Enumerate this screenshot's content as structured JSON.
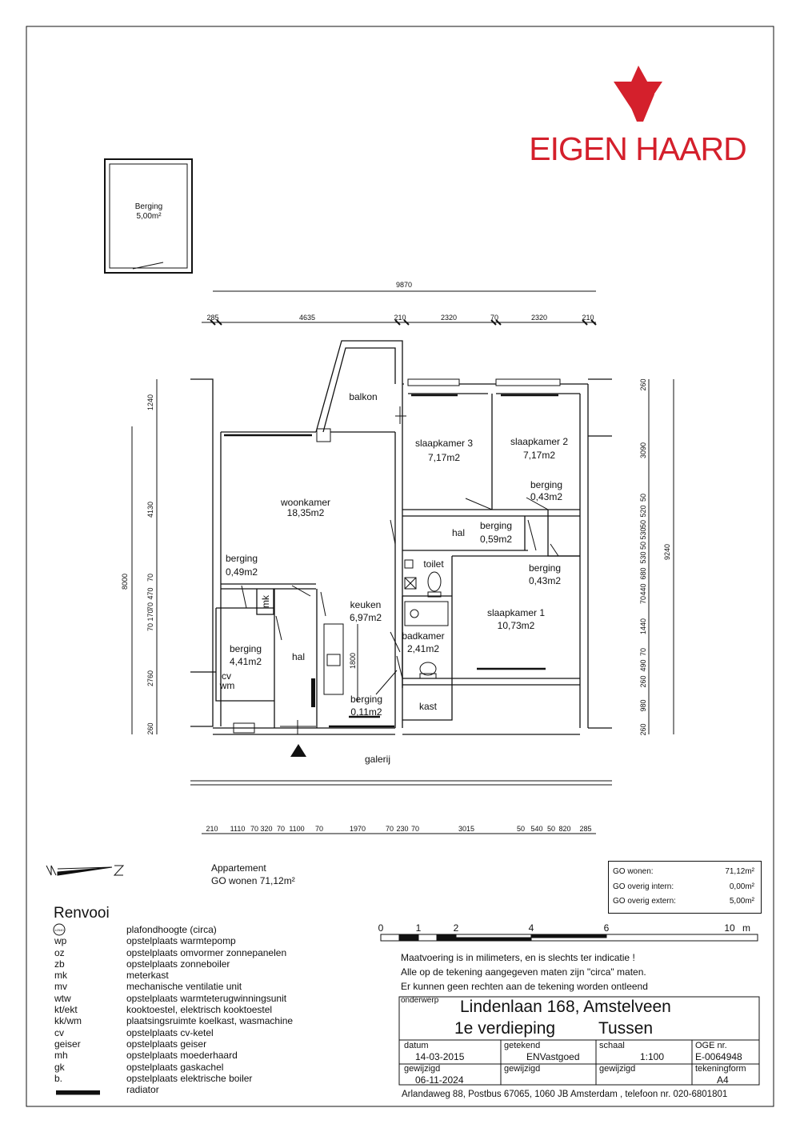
{
  "logo": {
    "text": "EIGEN HAARD",
    "color": "#d4202c"
  },
  "storage_label": {
    "name": "Berging",
    "area": "5,00m²"
  },
  "dimensions": {
    "top_total": "9870",
    "top": [
      "285",
      "4635",
      "210",
      "2320",
      "70",
      "2320",
      "210"
    ],
    "left_total": "8000",
    "left": [
      "1240",
      "4130",
      "70",
      "470",
      "70",
      "170",
      "70",
      "2760",
      "260"
    ],
    "right_total": "9240",
    "right": [
      "260",
      "3090",
      "50",
      "520",
      "50",
      "530",
      "50",
      "530",
      "680",
      "440",
      "70",
      "1440",
      "70",
      "490",
      "260",
      "980",
      "260"
    ],
    "bottom": [
      "210",
      "1110",
      "70",
      "320",
      "70",
      "1100",
      "70",
      "1970",
      "70",
      "230",
      "70",
      "3015",
      "50",
      "540",
      "50",
      "820",
      "285"
    ],
    "kitchen_depth": "1800"
  },
  "rooms": {
    "balkon": "balkon",
    "slaapkamer3": [
      "slaapkamer 3",
      "7,17m2"
    ],
    "slaapkamer2": [
      "slaapkamer 2",
      "7,17m2"
    ],
    "woonkamer": [
      "woonkamer",
      "18,35m2"
    ],
    "berging_a": [
      "berging",
      "0,43m2"
    ],
    "hal_top": "hal",
    "berging_b": [
      "berging",
      "0,59m2"
    ],
    "berging_c": [
      "berging",
      "0,43m2"
    ],
    "berging_d": [
      "berging",
      "0,49m2"
    ],
    "toilet": "toilet",
    "mk": "mk",
    "keuken": [
      "keuken",
      "6,97m2"
    ],
    "slaapkamer1": [
      "slaapkamer 1",
      "10,73m2"
    ],
    "berging_e": [
      "berging",
      "4,41m2"
    ],
    "cv": "cv",
    "wm": "wm",
    "hal_bottom": "hal",
    "badkamer": [
      "badkamer",
      "2,41m2"
    ],
    "berging_f": [
      "berging",
      "0,11m2"
    ],
    "kast": "kast",
    "galerij": "galerij"
  },
  "info": {
    "line1": "Appartement",
    "line2": "GO wonen 71,12m²"
  },
  "legend": [
    {
      "label": "GO wonen:",
      "value": "71,12m²"
    },
    {
      "label": "GO overig intern:",
      "value": "0,00m²"
    },
    {
      "label": "GO overig extern:",
      "value": "5,00m²"
    }
  ],
  "renvooi": {
    "title": "Renvooi",
    "ceiling_badge": "±2540",
    "items": [
      {
        "code": "",
        "desc": "plafondhoogte (circa)"
      },
      {
        "code": "wp",
        "desc": "opstelplaats warmtepomp"
      },
      {
        "code": "oz",
        "desc": "opstelplaats omvormer zonnepanelen"
      },
      {
        "code": "zb",
        "desc": "opstelplaats zonneboiler"
      },
      {
        "code": "mk",
        "desc": "meterkast"
      },
      {
        "code": "mv",
        "desc": "mechanische ventilatie unit"
      },
      {
        "code": "wtw",
        "desc": "opstelplaats warmteterugwinningsunit"
      },
      {
        "code": "kt/ekt",
        "desc": "kooktoestel, elektrisch kooktoestel"
      },
      {
        "code": "kk/wm",
        "desc": "plaatsingsruimte koelkast, wasmachine"
      },
      {
        "code": "cv",
        "desc": "opstelplaats cv-ketel"
      },
      {
        "code": "geiser",
        "desc": "opstelplaats geiser"
      },
      {
        "code": "mh",
        "desc": "opstelplaats moederhaard"
      },
      {
        "code": "gk",
        "desc": "opstelplaats gaskachel"
      },
      {
        "code": "b.",
        "desc": "opstelplaats elektrische boiler"
      },
      {
        "code": "",
        "desc": "radiator"
      }
    ]
  },
  "scale_bar": {
    "labels": [
      "0",
      "1",
      "2",
      "4",
      "6",
      "10"
    ],
    "unit": "m"
  },
  "notes": [
    "Maatvoering is in milimeters, en is slechts ter indicatie !",
    "Alle op de tekening aangegeven maten zijn \"circa\" maten.",
    "Er kunnen geen rechten aan de tekening worden ontleend"
  ],
  "title_block": {
    "onderwerp_label": "onderwerp",
    "address": "Lindenlaan 168, Amstelveen",
    "floor": "1e verdieping",
    "type": "Tussen",
    "datum_label": "datum",
    "datum": "14-03-2015",
    "getekend_label": "getekend",
    "getekend": "ENVastgoed",
    "schaal_label": "schaal",
    "schaal": "1:100",
    "oge_label": "OGE nr.",
    "oge": "E-0064948",
    "gewijzigd_label": "gewijzigd",
    "gewijzigd": "06-11-2024",
    "gewijzigd2_label": "gewijzigd",
    "gewijzigd3_label": "gewijzigd",
    "tekeningform_label": "tekeningform",
    "tekeningform": "A4",
    "footer": "Arlandaweg 88, Postbus 67065, 1060 JB Amsterdam , telefoon nr. 020-6801801"
  }
}
